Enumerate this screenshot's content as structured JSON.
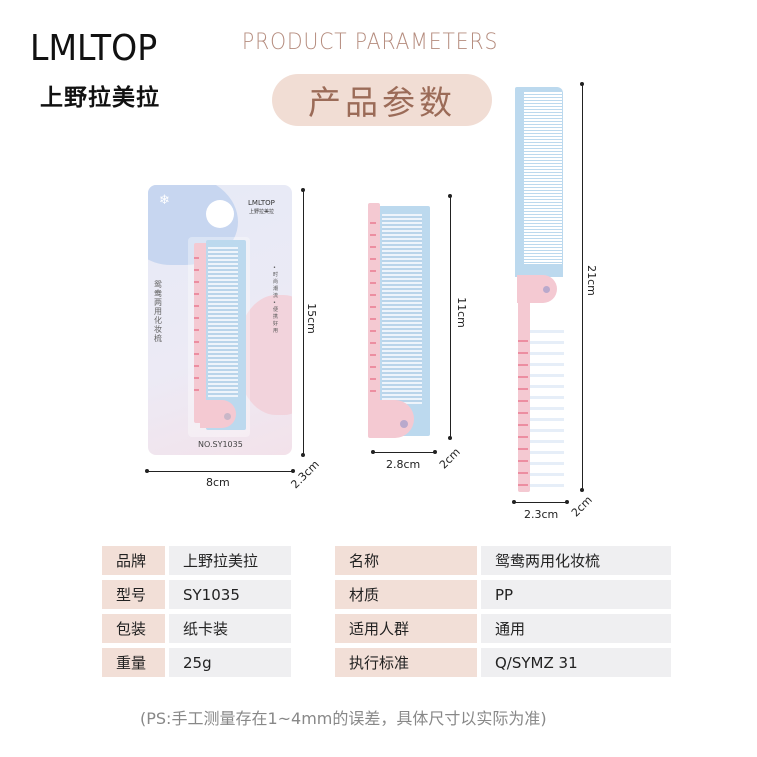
{
  "brand": {
    "name_en": "LMLTOP",
    "name_cn": "上野拉美拉"
  },
  "header": {
    "title_en": "PRODUCT PARAMETERS",
    "title_cn": "产品参数"
  },
  "package_card": {
    "brand_en": "LMLTOP",
    "brand_cn": "上野拉美拉",
    "product_name_vertical": "鸳鸯两用化妆梳",
    "features_vertical": "• 时尚潮流 • 便携好用",
    "model_no": "NO.SY1035",
    "snow_icon": "❄"
  },
  "dimensions": {
    "package": {
      "width": "8cm",
      "height": "15cm",
      "depth": "2.3cm"
    },
    "folded": {
      "width": "2.8cm",
      "height": "11cm",
      "depth": "2cm"
    },
    "unfolded": {
      "width": "2.3cm",
      "height": "21cm",
      "depth": "2cm"
    }
  },
  "colors": {
    "accent_text": "#9b6b58",
    "pill_bg": "#f1ddd4",
    "key_cell_bg": "#f2dfd7",
    "value_cell_bg": "#efeff1",
    "comb_pink": "#f4c9d2",
    "comb_blue": "#bcd9ee"
  },
  "specs_left": [
    {
      "key": "品牌",
      "value": "上野拉美拉"
    },
    {
      "key": "型号",
      "value": "SY1035"
    },
    {
      "key": "包装",
      "value": "纸卡装"
    },
    {
      "key": "重量",
      "value": "25g"
    }
  ],
  "specs_right": [
    {
      "key": "名称",
      "value": "鸳鸯两用化妆梳"
    },
    {
      "key": "材质",
      "value": "PP"
    },
    {
      "key": "适用人群",
      "value": "通用"
    },
    {
      "key": "执行标准",
      "value": "Q/SYMZ 31"
    }
  ],
  "footnote": "(PS:手工测量存在1~4mm的误差，具体尺寸以实际为准)"
}
